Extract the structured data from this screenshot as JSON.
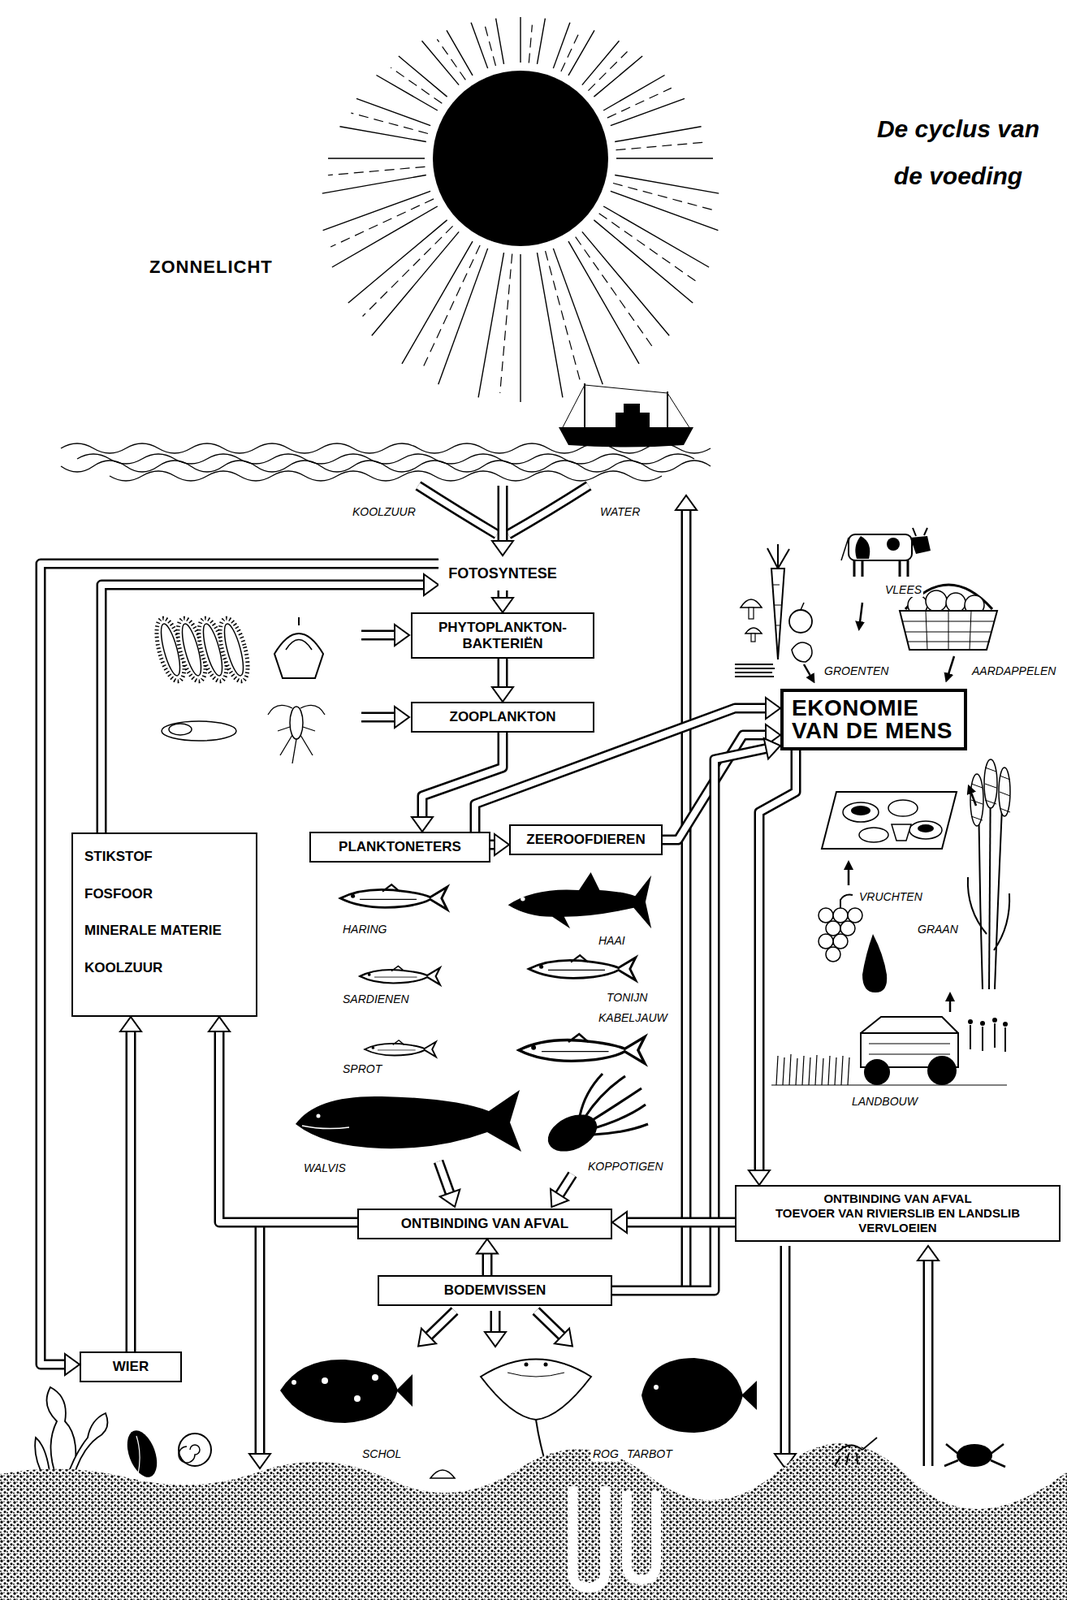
{
  "diagram": {
    "title": "De cyclus van de voeding",
    "nodes": [
      {
        "text": [
          "FOTOSYNTESE"
        ]
      },
      {
        "text": [
          "PHYTOPLANKTON-BAKTERIËN"
        ]
      },
      {
        "text": [
          "ZOOPLANKTON"
        ]
      },
      {
        "text": [
          "STIKSTOF",
          "FOSFOOR",
          "MINERALE MATERIE",
          "KOOLZUUR"
        ]
      },
      {
        "text": [
          "PLANKTONETERS"
        ]
      },
      {
        "text": [
          "ZEEROOFDIEREN"
        ]
      },
      {
        "text": [
          "EKONOMIE VAN DE MENS"
        ]
      },
      {
        "text": [
          "ONTBINDING VAN AFVAL"
        ]
      },
      {
        "text": [
          "BODEMVISSEN"
        ]
      },
      {
        "text": [
          "ONTBINDING VAN AFVAL",
          "TOEVOER VAN RIVIERSLIB EN LANDSLIB",
          "VERVLOEIEN"
        ]
      },
      {
        "text": [
          "WIER"
        ]
      }
    ],
    "edges": [
      {
        "from": 0,
        "to": 1,
        "arrow": "to"
      },
      {
        "from": 1,
        "to": 2,
        "arrow": "to"
      },
      {
        "from": 2,
        "to": 4,
        "arrow": "to"
      },
      {
        "from": 4,
        "to": 5,
        "arrow": "to"
      },
      {
        "from": 4,
        "to": 6,
        "arrow": "to"
      },
      {
        "from": 5,
        "to": 6,
        "arrow": "to"
      },
      {
        "from": 8,
        "to": 6,
        "arrow": "to"
      },
      {
        "from": 6,
        "to": 9,
        "arrow": "to"
      },
      {
        "from": 9,
        "to": 7,
        "arrow": "to"
      },
      {
        "from": 8,
        "to": 7,
        "arrow": "to"
      },
      {
        "from": 7,
        "to": 3,
        "arrow": "to"
      },
      {
        "from": 10,
        "to": 3,
        "arrow": "to"
      },
      {
        "from": 3,
        "to": 0,
        "arrow": "to"
      },
      {
        "from": 0,
        "to": 10,
        "arrow": "to"
      }
    ],
    "labels": [
      "ZONNELICHT",
      "KOOLZUUR",
      "WATER",
      "VLEES",
      "GROENTEN",
      "AARDAPPELEN",
      "HARING",
      "HAAI",
      "SARDIENEN",
      "TONIJN",
      "KABELJAUW",
      "SPROT",
      "VRUCHTEN",
      "GRAAN",
      "LANDBOUW",
      "WALVIS",
      "KOPPOTIGEN",
      "SCHOL",
      "ROG",
      "TARBOT"
    ]
  }
}
